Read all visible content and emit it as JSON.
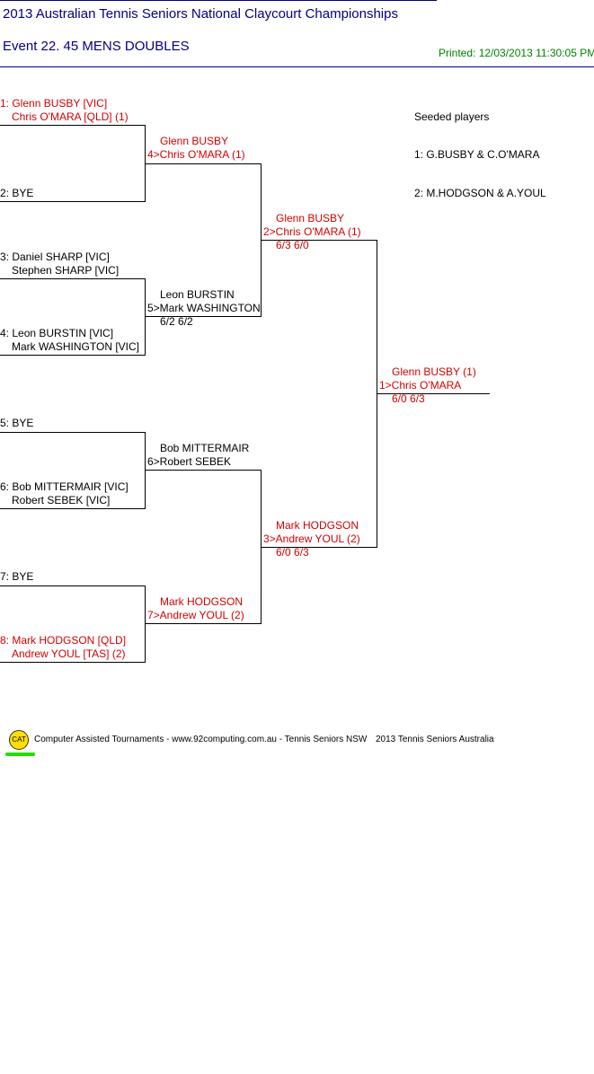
{
  "header": {
    "title": "2013 Australian Tennis Seniors National Claycourt Championships",
    "event": "Event 22. 45 MENS DOUBLES",
    "printed": "Printed: 12/03/2013 11:30:05 PM"
  },
  "round1": [
    {
      "line1": "1: Glenn BUSBY [VIC]",
      "line2": "Chris O'MARA [QLD] (1)"
    },
    {
      "line1": "2: BYE",
      "line2": ""
    },
    {
      "line1": "3: Daniel SHARP [VIC]",
      "line2": "Stephen SHARP [VIC]"
    },
    {
      "line1": "4: Leon BURSTIN [VIC]",
      "line2": "Mark WASHINGTON [VIC]"
    },
    {
      "line1": "5: BYE",
      "line2": ""
    },
    {
      "line1": "6: Bob MITTERMAIR [VIC]",
      "line2": "Robert SEBEK [VIC]"
    },
    {
      "line1": "7: BYE",
      "line2": ""
    },
    {
      "line1": "8: Mark HODGSON [QLD]",
      "line2": "Andrew YOUL [TAS] (2)"
    }
  ],
  "round2": [
    {
      "line1": "Glenn BUSBY",
      "line2": "4>Chris O'MARA (1)",
      "score": ""
    },
    {
      "line1": "Leon BURSTIN",
      "line2": "5>Mark WASHINGTON",
      "score": "6/2 6/2"
    },
    {
      "line1": "Bob MITTERMAIR",
      "line2": "6>Robert SEBEK",
      "score": ""
    },
    {
      "line1": "Mark HODGSON",
      "line2": "7>Andrew YOUL (2)",
      "score": ""
    }
  ],
  "round3": [
    {
      "line1": "Glenn BUSBY",
      "line2": "2>Chris O'MARA (1)",
      "score": "6/3 6/0"
    },
    {
      "line1": "Mark HODGSON",
      "line2": "3>Andrew YOUL (2)",
      "score": "6/0 6/3"
    }
  ],
  "final": {
    "line1": "Glenn BUSBY (1)",
    "line2": "1>Chris O'MARA",
    "score": "6/0 6/3"
  },
  "seeds": {
    "heading": "Seeded players",
    "items": [
      "1: G.BUSBY & C.O'MARA",
      "2: M.HODGSON & A.YOUL"
    ]
  },
  "footer": {
    "logo": "CAT",
    "credit": "Computer Assisted Tournaments - www.92computing.com.au -  Tennis Seniors NSW",
    "copyright": "2013 Tennis Seniors Australia"
  },
  "colors": {
    "title": "#000080",
    "seed_highlight": "#d40000",
    "printed": "#008000"
  }
}
